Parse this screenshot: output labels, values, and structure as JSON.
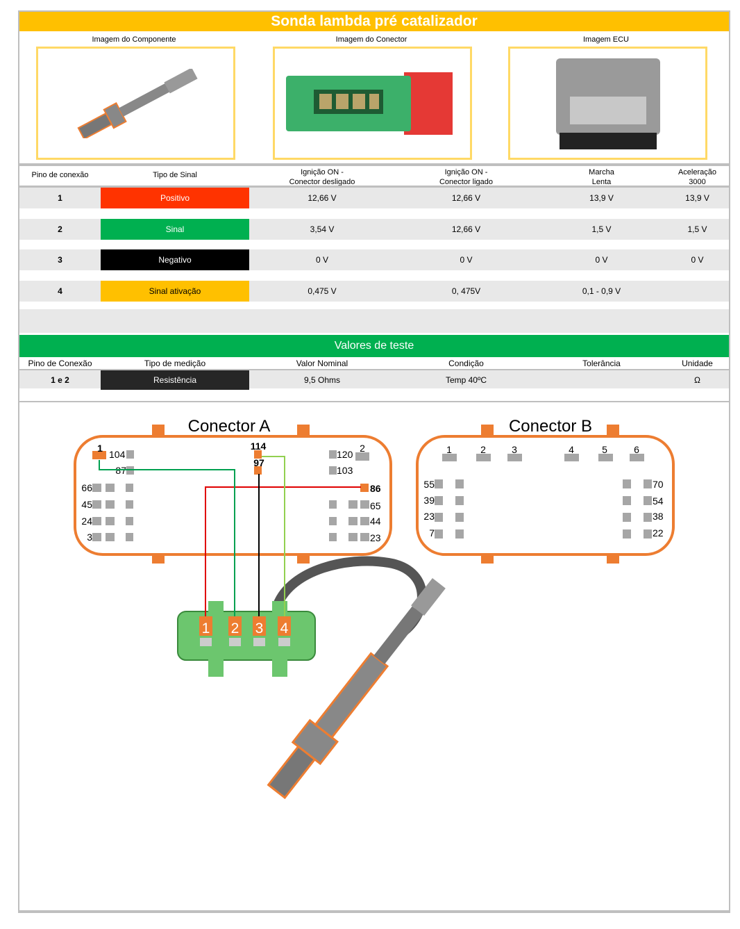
{
  "title": "Sonda lambda pré catalizador",
  "images": {
    "component": "Imagem do Componente",
    "connector": "Imagem do Conector",
    "ecu": "Imagem ECU"
  },
  "table": {
    "headers": [
      "Pino de conexão",
      "Tipo de Sinal",
      "Ignição ON -\nConector desligado",
      "Ignição ON -\nConector ligado",
      "Marcha\nLenta",
      "Aceleração\n3000"
    ],
    "rows": [
      {
        "pin": "1",
        "signal": "Positivo",
        "color": "#FF3300",
        "text": "#ffffff",
        "v1": "12,66 V",
        "v2": "12,66 V",
        "v3": "13,9 V",
        "v4": "13,9 V"
      },
      {
        "pin": "2",
        "signal": "Sinal",
        "color": "#00B050",
        "text": "#ffffff",
        "v1": "3,54 V",
        "v2": "12,66 V",
        "v3": "1,5 V",
        "v4": "1,5 V"
      },
      {
        "pin": "3",
        "signal": "Negativo",
        "color": "#000000",
        "text": "#ffffff",
        "v1": "0 V",
        "v2": "0 V",
        "v3": "0 V",
        "v4": "0 V"
      },
      {
        "pin": "4",
        "signal": "Sinal ativação",
        "color": "#FFC000",
        "text": "#000000",
        "v1": "0,475 V",
        "v2": "0, 475V",
        "v3": "0,1 - 0,9 V",
        "v4": ""
      }
    ]
  },
  "test": {
    "title": "Valores de teste",
    "headers": [
      "Pino de Conexão",
      "Tipo de medição",
      "Valor Nominal",
      "Condição",
      "Tolerância",
      "Unidade"
    ],
    "row": {
      "pin": "1 e 2",
      "type": "Resistência",
      "nominal": "9,5 Ohms",
      "condition": "Temp 40ºC",
      "tolerance": "",
      "unit": "Ω"
    }
  },
  "diagram": {
    "connector_a": "Conector A",
    "connector_b": "Conector B",
    "a_pins": [
      "1",
      "104",
      "87",
      "66",
      "45",
      "24",
      "3",
      "114",
      "97",
      "120",
      "2",
      "103",
      "86",
      "65",
      "44",
      "23"
    ],
    "b_pins": [
      "1",
      "2",
      "3",
      "4",
      "5",
      "6",
      "55",
      "39",
      "23",
      "7",
      "70",
      "54",
      "38",
      "22"
    ],
    "sensor_pins": [
      "1",
      "2",
      "3",
      "4"
    ],
    "wire_colors": {
      "pin1": "#E00000",
      "pin2": "#00A050",
      "pin3": "#000000",
      "pin4": "#92D050"
    },
    "accent": "#ED7D31"
  }
}
